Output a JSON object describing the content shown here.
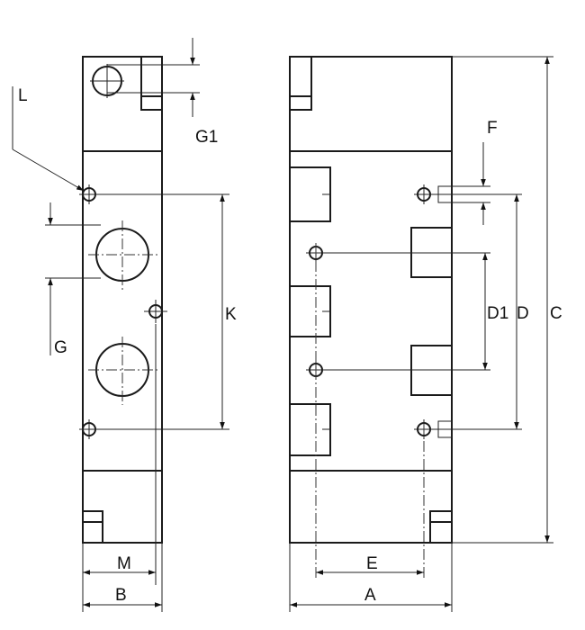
{
  "labels": {
    "L": "L",
    "G1": "G1",
    "K": "K",
    "G": "G",
    "M": "M",
    "B": "B",
    "F": "F",
    "D1": "D1",
    "D": "D",
    "C": "C",
    "E": "E",
    "A": "A"
  }
}
